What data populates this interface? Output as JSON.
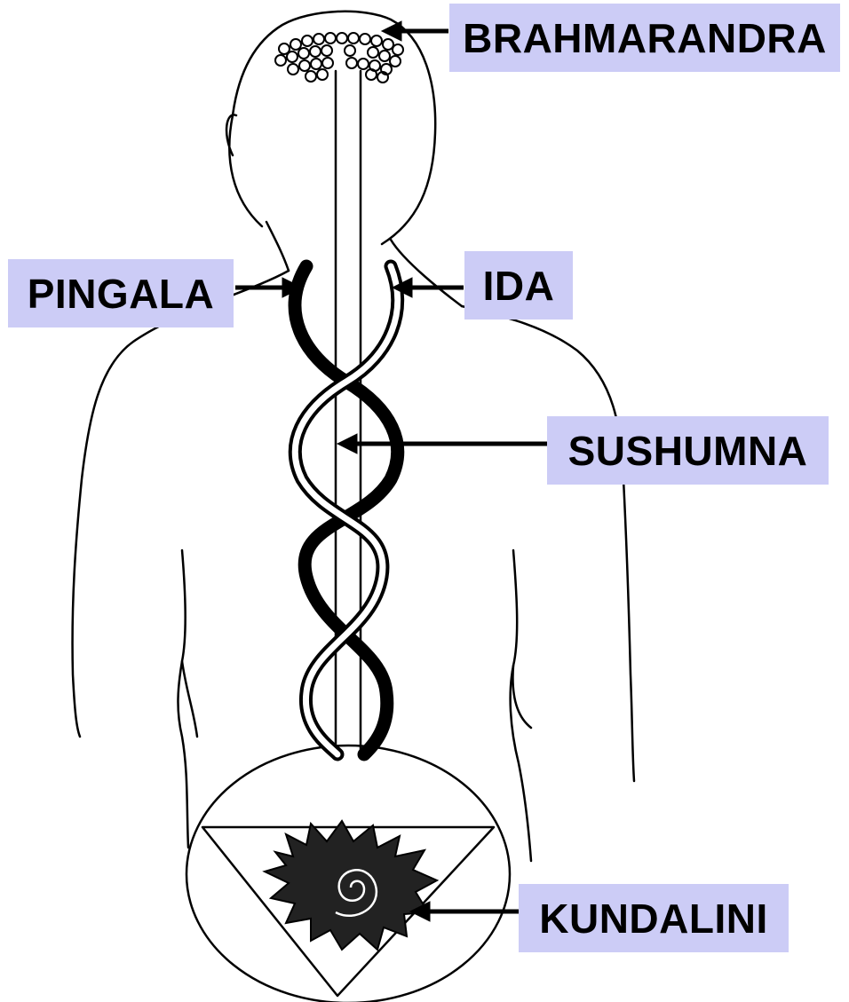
{
  "labels": {
    "brahmarandra": "BRAHMARANDRA",
    "pingala": "PINGALA",
    "ida": "IDA",
    "sushumna": "SUSHUMNA",
    "kundalini": "KUNDALINI"
  },
  "colors": {
    "label_background": "#ccccf6",
    "ink": "#000000",
    "background": "#ffffff"
  }
}
